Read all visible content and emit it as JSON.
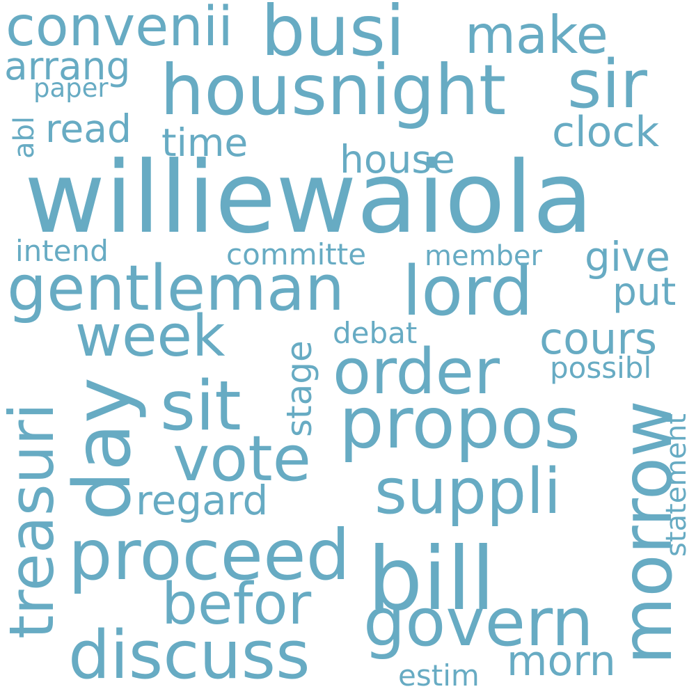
{
  "color": "#67abc3",
  "background": "#ffffff",
  "words": [
    "williewaiola",
    "housnight",
    "busi",
    "convenii",
    "make",
    "sir",
    "arrang",
    "paper",
    "abl",
    "read",
    "time",
    "clock",
    "house",
    "intend",
    "committe",
    "member",
    "give",
    "gentleman",
    "lord",
    "put",
    "week",
    "treasuri",
    "debat",
    "stage",
    "cours",
    "order",
    "possibl",
    "day",
    "sit",
    "propos",
    "morrow",
    "vote",
    "regard",
    "suppli",
    "statement",
    "proceed",
    "bill",
    "befor",
    "govern",
    "discuss",
    "morn",
    "estim"
  ]
}
